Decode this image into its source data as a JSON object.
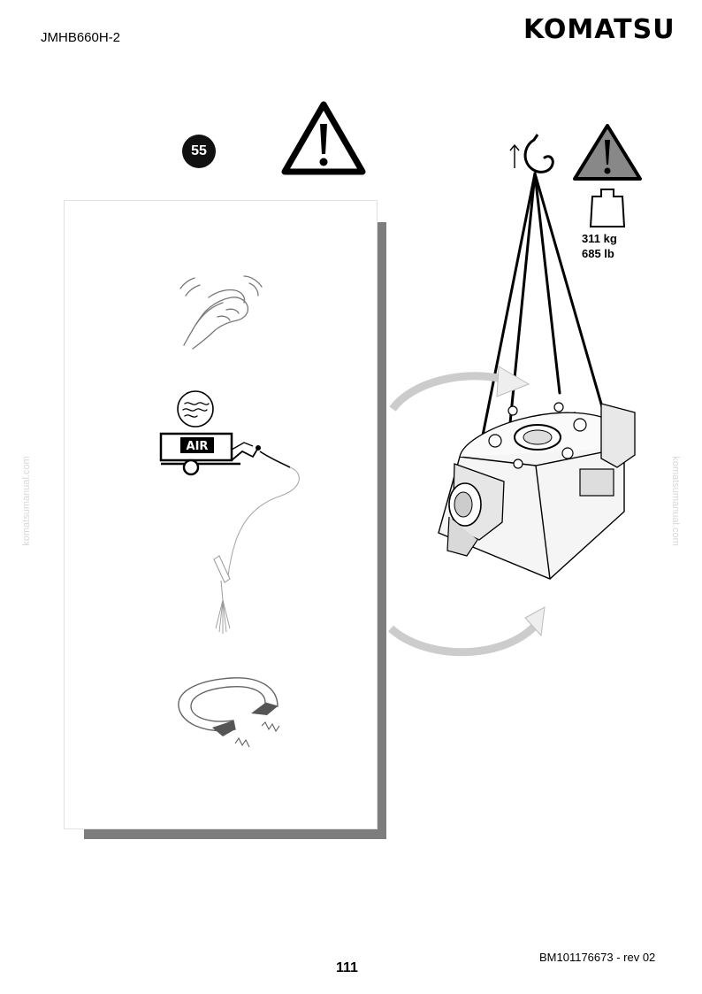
{
  "header": {
    "doc_code": "JMHB660H-2",
    "brand": "KOMATSU"
  },
  "step": {
    "number": "55"
  },
  "weight": {
    "kg": "311 kg",
    "lb": "685 lb"
  },
  "watermark": "komatsumanual.com",
  "instructions": [
    {
      "icon": "wipe-hands-icon"
    },
    {
      "icon": "air-compressor-icon",
      "label": "AIR"
    },
    {
      "icon": "magnet-icon"
    }
  ],
  "footer": {
    "doc_ref": "BM101176673 - rev 02",
    "page_number": "111"
  }
}
